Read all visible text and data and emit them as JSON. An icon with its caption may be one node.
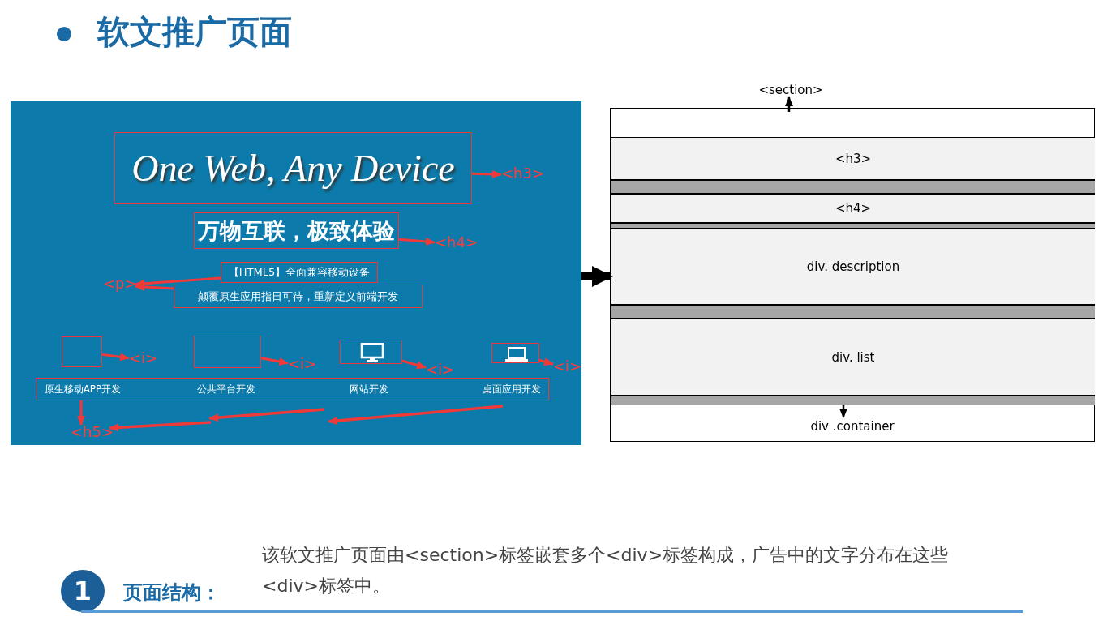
{
  "diagram": {
    "title": "软文推广页面",
    "nodes": [
      {
        "text": [],
        "shape": "box"
      },
      {
        "text": [
          "One Web, Any Device"
        ],
        "in": 0
      },
      {
        "text": [
          "<h3>"
        ],
        "in": 0
      },
      {
        "text": [
          "万物互联，极致体验"
        ],
        "in": 0
      },
      {
        "text": [
          "<h4>"
        ],
        "in": 0
      },
      {
        "text": [
          "【HTML5】全面兼容移动设备"
        ],
        "in": 0
      },
      {
        "text": [
          "颠覆原生应用指日可待，重新定义前端开发"
        ],
        "in": 0
      },
      {
        "text": [
          "<p>"
        ],
        "in": 0
      },
      {
        "text": [],
        "shape": "box",
        "in": 0
      },
      {
        "text": [],
        "shape": "box",
        "in": 0
      },
      {
        "text": [],
        "shape": "box",
        "in": 0
      },
      {
        "text": [],
        "shape": "box",
        "in": 0
      },
      {
        "text": [
          "<i>"
        ],
        "in": 0
      },
      {
        "text": [
          "<i>"
        ],
        "in": 0
      },
      {
        "text": [
          "<i>"
        ],
        "in": 0
      },
      {
        "text": [
          "<i>"
        ],
        "in": 0
      },
      {
        "text": [
          "原生移动APP开发",
          "公共平台开发",
          "网站开发",
          "桌面应用开发"
        ],
        "in": 0
      },
      {
        "text": [
          "<h5>"
        ],
        "in": 0
      },
      {
        "text": [
          "<section>"
        ]
      },
      {
        "text": [],
        "shape": "box"
      },
      {
        "text": [
          "<h3>"
        ],
        "in": 19
      },
      {
        "text": [
          "<h4>"
        ],
        "in": 19
      },
      {
        "text": [
          "div. description"
        ],
        "in": 19
      },
      {
        "text": [
          "div. list"
        ],
        "in": 19
      },
      {
        "text": [],
        "shape": "bar",
        "in": 19
      },
      {
        "text": [
          "div .container"
        ],
        "in": 19
      },
      {
        "text": [
          "1"
        ]
      },
      {
        "text": [],
        "shape": "bar",
        "in": 19
      },
      {
        "text": [],
        "shape": "bar",
        "in": 19
      },
      {
        "text": [],
        "shape": "bar",
        "in": 19
      }
    ],
    "edges": [
      {
        "from": 1,
        "to": 2,
        "arrow": "to"
      },
      {
        "from": 3,
        "to": 4,
        "arrow": "to"
      },
      {
        "from": 5,
        "to": 7,
        "arrow": "to"
      },
      {
        "from": 6,
        "to": 7,
        "arrow": "to"
      },
      {
        "from": 8,
        "to": 12,
        "arrow": "to"
      },
      {
        "from": 9,
        "to": 13,
        "arrow": "to"
      },
      {
        "from": 10,
        "to": 14,
        "arrow": "to"
      },
      {
        "from": 11,
        "to": 15,
        "arrow": "to"
      },
      {
        "from": 16,
        "to": 17,
        "arrow": "to"
      },
      {
        "from": null,
        "to": 17,
        "arrow": "to"
      },
      {
        "from": 0,
        "to": 22,
        "arrow": "to",
        "style": "thick",
        "color": "#000000"
      },
      {
        "from": 19,
        "to": 18,
        "arrow": "to",
        "color": "#000000"
      },
      {
        "from": 29,
        "to": 25,
        "arrow": "to",
        "color": "#000000"
      }
    ],
    "labels": [
      "页面结构：",
      "该软文推广页面由<section>标签嵌套多个<div>标签构成，广告中的文字分布在这些<div>标签中。"
    ]
  }
}
